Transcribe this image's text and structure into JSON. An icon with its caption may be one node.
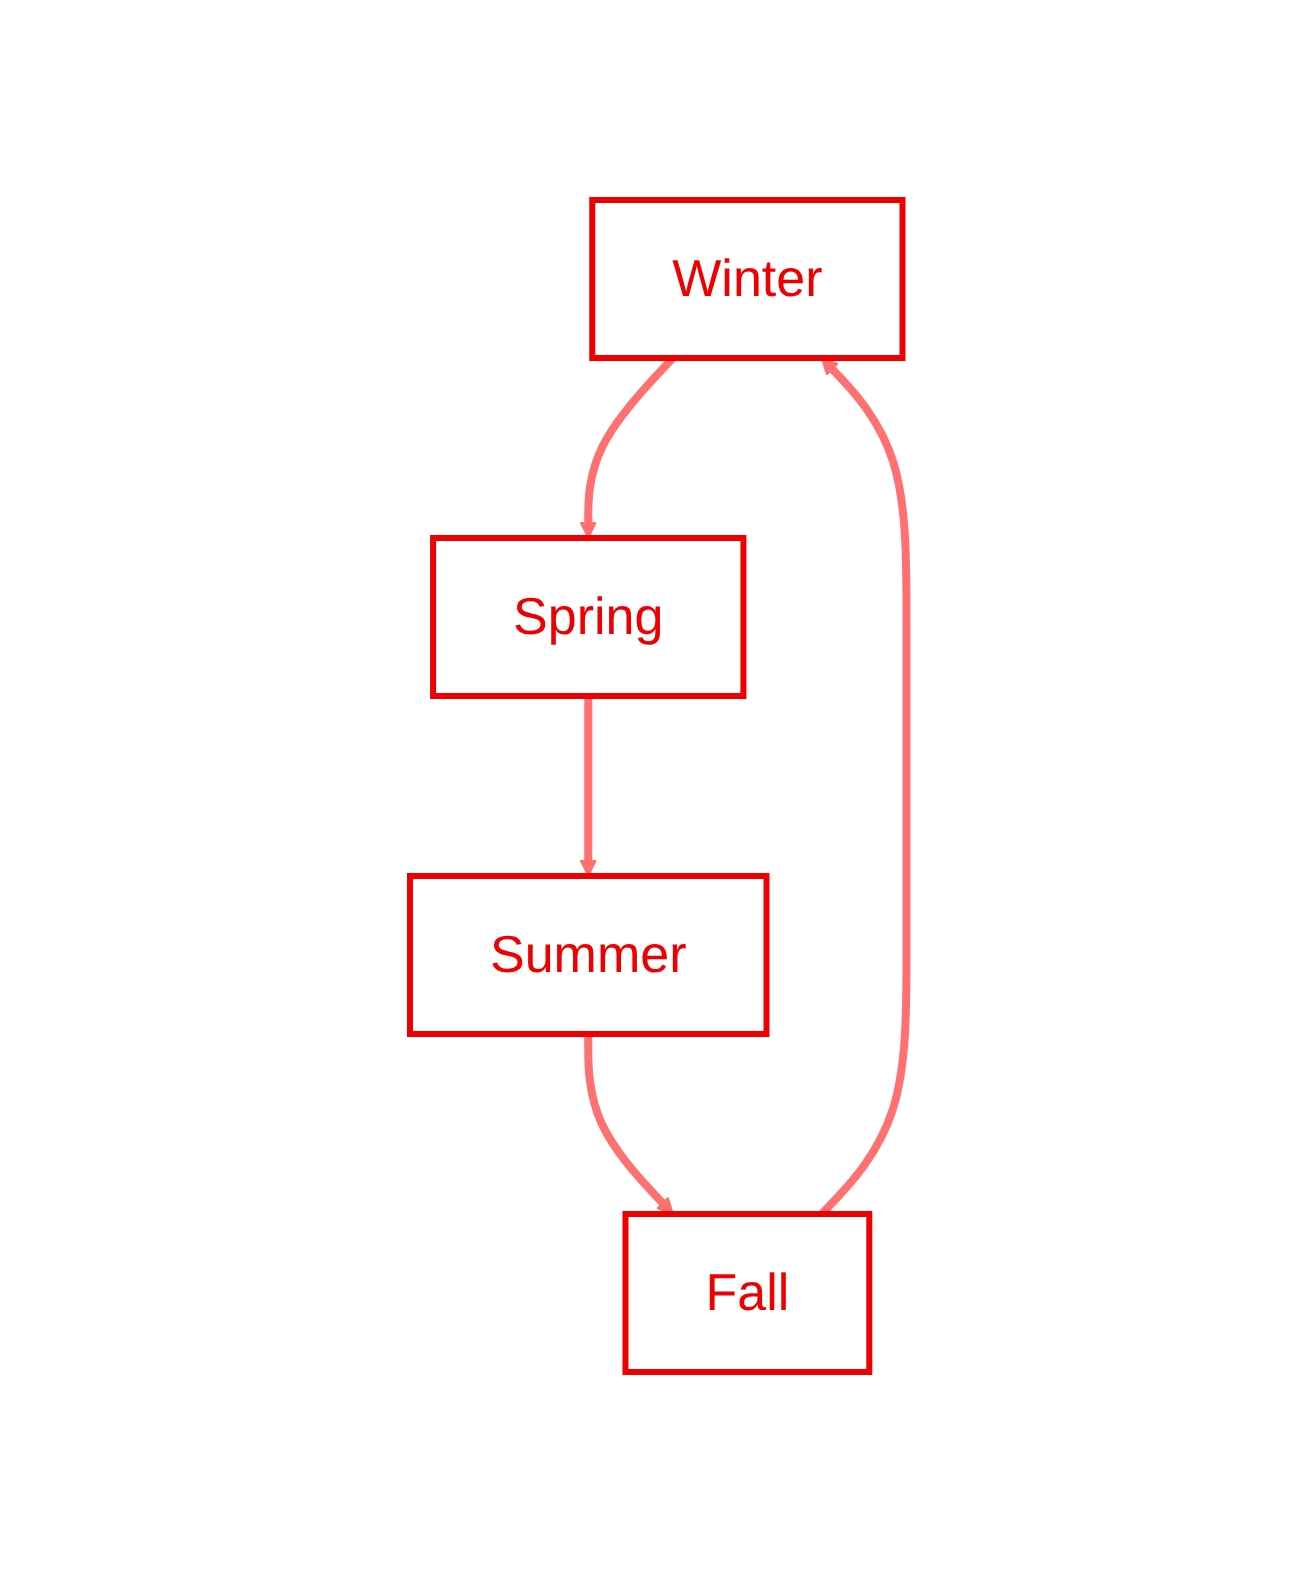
{
  "diagram": {
    "nodes": [
      {
        "text": [
          "Winter"
        ]
      },
      {
        "text": [
          "Fall"
        ]
      },
      {
        "text": [
          "Spring"
        ]
      },
      {
        "text": [
          "Summer"
        ]
      }
    ],
    "edges": [
      {
        "from": 1,
        "to": 0,
        "arrow": "to"
      },
      {
        "from": 0,
        "to": 2,
        "arrow": "to"
      },
      {
        "from": 2,
        "to": 3,
        "arrow": "to"
      },
      {
        "from": 3,
        "to": 1,
        "arrow": "to"
      }
    ]
  }
}
